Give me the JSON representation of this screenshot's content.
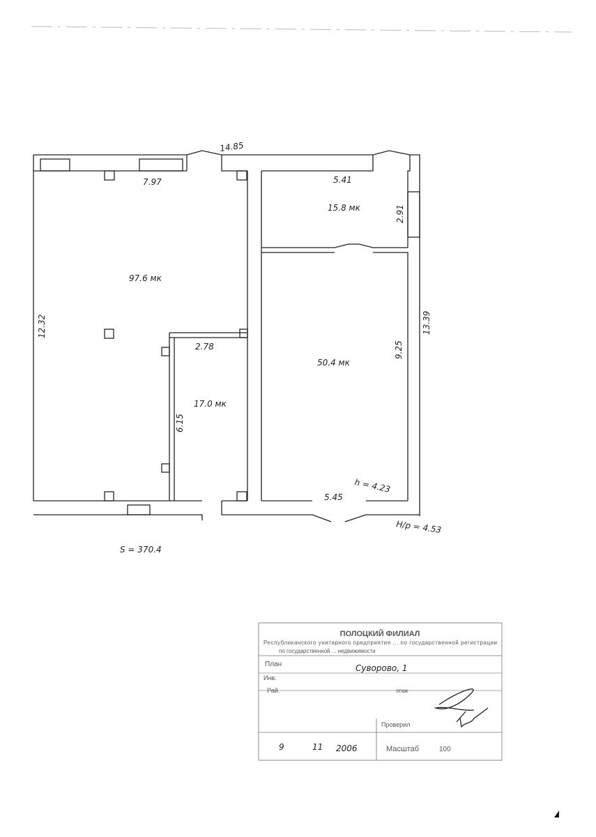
{
  "plan": {
    "dimensions": {
      "overall_width": "14.85",
      "left_room_width": "7.97",
      "left_room_length": "12.32",
      "top_right_width": "5.41",
      "top_right_depth": "2.91",
      "right_total_length": "13.39",
      "lower_right_length": "9.25",
      "small_room_width": "2.78",
      "small_room_length": "6.15",
      "lower_right_width": "5.45",
      "height": "h = 4.23",
      "height_hp": "H/p = 4.53"
    },
    "rooms": [
      {
        "area": "97.6 мк"
      },
      {
        "area": "15.8 мк"
      },
      {
        "area": "17.0 мк"
      },
      {
        "area": "50.4 мк"
      }
    ],
    "total_area": "S = 370.4"
  },
  "stamp": {
    "title": "ПОЛОЦКИЙ ФИЛИАЛ",
    "org_line1": "Республиканского унитарного предприятия ... по государственной регистрации",
    "org_line2": "по государственной ... недвижимости",
    "plan_label": "План",
    "address": "Суворово, 1",
    "inv_label": "Инв.",
    "district_label": "Рай.",
    "district_suffix": "этаж",
    "checked_label": "Проверил",
    "date_day": "9",
    "date_month": "11",
    "date_year": "2006",
    "scale_label": "Масштаб",
    "scale_value": "100"
  }
}
